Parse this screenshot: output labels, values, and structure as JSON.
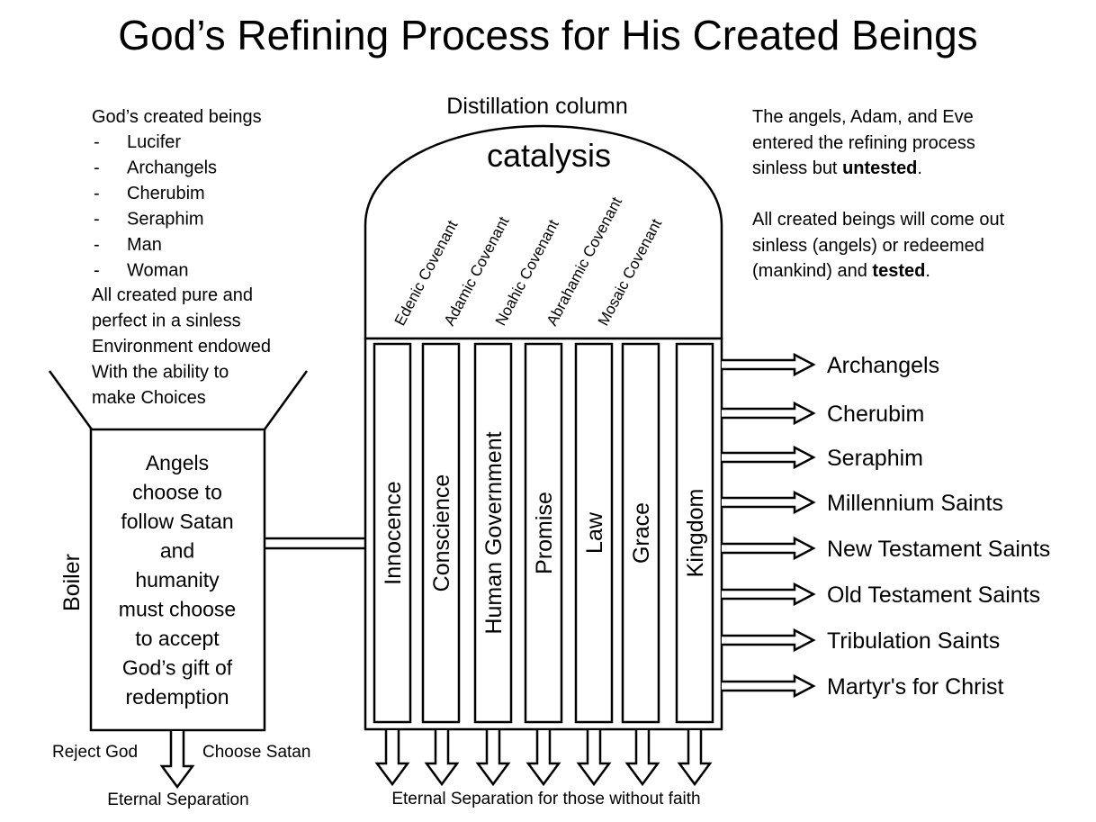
{
  "title": "God’s Refining Process for His Created Beings",
  "column_label": "Distillation column",
  "dome_label": "catalysis",
  "beings": {
    "heading": "God’s created beings",
    "items": [
      "Lucifer",
      "Archangels",
      "Cherubim",
      "Seraphim",
      "Man",
      "Woman"
    ],
    "description_lines": [
      "All created pure and",
      "perfect in a sinless",
      "Environment endowed",
      "With the ability to",
      "make Choices"
    ]
  },
  "right_note": {
    "p1_lines": [
      "The angels, Adam, and Eve",
      "entered the refining process"
    ],
    "p1_last_prefix": "sinless but ",
    "p1_last_bold": "untested",
    "p1_last_suffix": ".",
    "p2_lines": [
      "All created beings will come out",
      "sinless (angels) or redeemed"
    ],
    "p2_last_prefix": "(mankind) and ",
    "p2_last_bold": "tested",
    "p2_last_suffix": "."
  },
  "boiler": {
    "label": "Boiler",
    "text_lines": [
      "Angels",
      "choose to",
      "follow Satan",
      "and",
      "humanity",
      "must choose",
      "to accept",
      "God’s gift of",
      "redemption"
    ],
    "reject_label": "Reject God",
    "choose_label": "Choose Satan",
    "bottom_label": "Eternal Separation"
  },
  "covenants": [
    "Edenic Covenant",
    "Adamic Covenant",
    "Noahic Covenant",
    "Abrahamic Covenant",
    "Mosaic Covenant"
  ],
  "dispensations": [
    "Innocence",
    "Conscience",
    "Human Government",
    "Promise",
    "Law",
    "Grace",
    "Kingdom"
  ],
  "outputs": [
    "Archangels",
    "Cherubim",
    "Seraphim",
    "Millennium Saints",
    "New Testament Saints",
    "Old Testament Saints",
    "Tribulation Saints",
    "Martyr's for Christ"
  ],
  "bottom_label": "Eternal Separation for those without faith"
}
